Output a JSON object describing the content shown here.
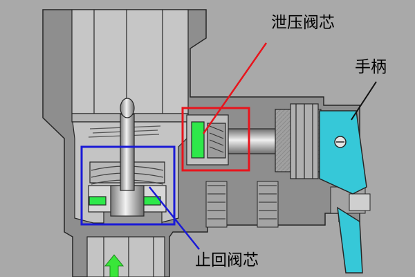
{
  "callouts": {
    "relief_valve_core": "泄压阀芯",
    "handle": "手柄",
    "check_valve_core": "止回阀芯"
  },
  "colors": {
    "background": "#a9a9a9",
    "body_fill": "#8c8c8c",
    "cavity_fill": "#c8c8c8",
    "outline": "#262626",
    "relief_box": "#e8141c",
    "check_box": "#1a1ad6",
    "seal_green": "#2ee84a",
    "handle_cyan": "#36c8d8",
    "flow_arrow": "#39e639"
  },
  "icons": {
    "flow": "up-arrow-icon"
  }
}
